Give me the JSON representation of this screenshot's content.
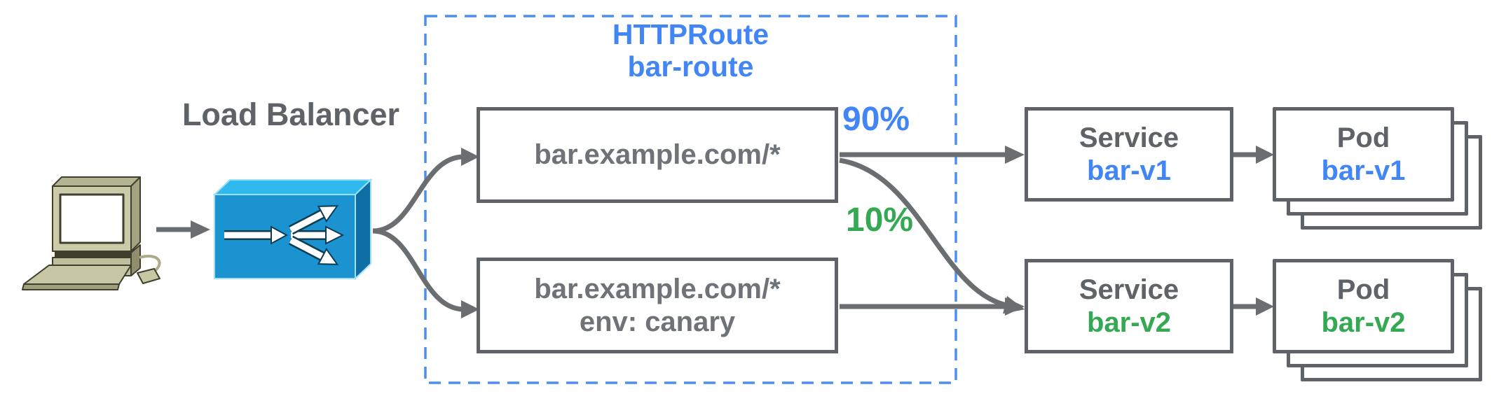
{
  "client": {
    "icon": "desktop-computer-icon"
  },
  "load_balancer": {
    "label": "Load Balancer",
    "icon": "load-balancer-icon"
  },
  "httproute": {
    "kind": "HTTPRoute",
    "name": "bar-route",
    "rules": [
      {
        "line1": "bar.example.com/*",
        "line2": ""
      },
      {
        "line1": "bar.example.com/*",
        "line2": "env: canary"
      }
    ]
  },
  "weights": [
    "90%",
    "10%"
  ],
  "services": [
    {
      "kind": "Service",
      "name": "bar-v1"
    },
    {
      "kind": "Service",
      "name": "bar-v2"
    }
  ],
  "pods": [
    {
      "kind": "Pod",
      "name": "bar-v1"
    },
    {
      "kind": "Pod",
      "name": "bar-v2"
    }
  ],
  "colors": {
    "blue_text": "#4285F4",
    "green_text": "#34A853",
    "gray_text": "#5F6368",
    "connector_gray": "#6A6E71",
    "dashed_border_blue": "#4C8DF6",
    "lb_top_face": "#2FB9EE",
    "lb_front_face": "#1B93D1",
    "lb_side_face": "#0F6FA4",
    "computer_body": "#C9C9A7"
  }
}
